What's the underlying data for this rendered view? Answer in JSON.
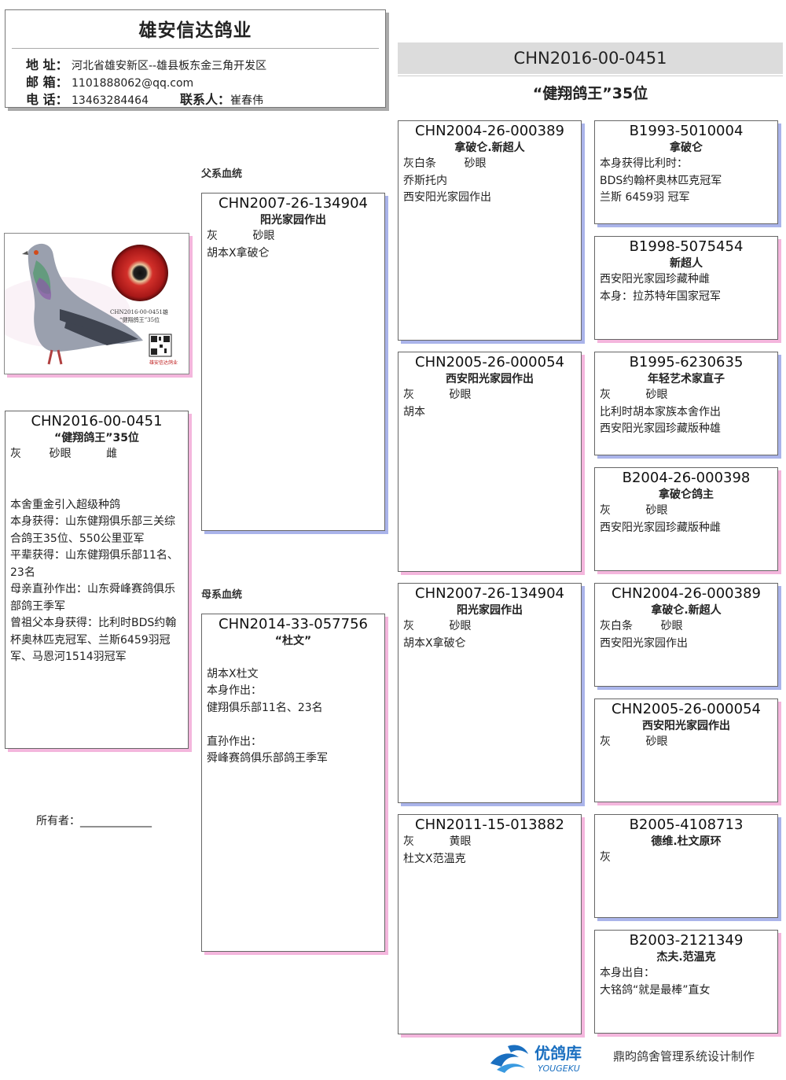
{
  "header": {
    "company": "雄安信达鸽业",
    "address_label": "地 址：",
    "address": "河北省雄安新区--雄县板东金三角开发区",
    "email_label": "邮 箱：",
    "email": "1101888062@qq.com",
    "phone_label": "电 话：",
    "phone": "13463284464",
    "contact_label": "联系人：",
    "contact": "崔春伟"
  },
  "main": {
    "ring": "CHN2016-00-0451",
    "title": "“健翔鸽王”35位"
  },
  "photo": {
    "caption_ring": "CHN2016-00-0451雄",
    "caption_title": "“健翔鸽王”35位",
    "brand": "雄安信达鸽业"
  },
  "subject": {
    "ring": "CHN2016-00-0451",
    "name": "“健翔鸽王”35位",
    "attrs": "灰        砂眼          雌",
    "notes": [
      "本舍重金引入超级种鸽",
      "本身获得：山东健翔俱乐部三关综合鸽王35位、550公里亚军",
      "平辈获得：山东健翔俱乐部11名、23名",
      "母亲直孙作出：山东舜峰赛鸽俱乐部鸽王季军",
      "曾祖父本身获得：比利时BDS约翰杯奥林匹克冠军、兰斯6459羽冠军、马恩河1514羽冠军"
    ]
  },
  "owner": "所有者：_____________",
  "labels": {
    "sire_line": "父系血统",
    "dam_line": "母系血统"
  },
  "sire": {
    "ring": "CHN2007-26-134904",
    "name": "阳光家园作出",
    "lines": [
      "灰          砂眼",
      "胡本X拿破仑"
    ]
  },
  "dam": {
    "ring": "CHN2014-33-057756",
    "name": "“杜文”",
    "lines": [
      "胡本X杜文",
      "本身作出：",
      "健翔俱乐部11名、23名",
      "",
      "直孙作出：",
      "舜峰赛鸽俱乐部鸽王季军"
    ]
  },
  "gen3": [
    {
      "ring": "CHN2004-26-000389",
      "name": "拿破仑.新超人",
      "lines": [
        "灰白条        砂眼",
        "乔斯托内",
        "西安阳光家园作出"
      ]
    },
    {
      "ring": "CHN2005-26-000054",
      "name": "西安阳光家园作出",
      "lines": [
        "灰          砂眼",
        "胡本"
      ]
    },
    {
      "ring": "CHN2007-26-134904",
      "name": "阳光家园作出",
      "lines": [
        "灰          砂眼",
        "胡本X拿破仑"
      ]
    },
    {
      "ring": "CHN2011-15-013882",
      "name": "",
      "lines": [
        "灰          黄眼",
        "杜文X范温克"
      ]
    }
  ],
  "gen4": [
    {
      "ring": "B1993-5010004",
      "name": "拿破仑",
      "lines": [
        "",
        "本身获得比利时：",
        "BDS约翰杯奥林匹克冠军",
        "兰斯 6459羽 冠军"
      ]
    },
    {
      "ring": "B1998-5075454",
      "name": "新超人",
      "lines": [
        "",
        "西安阳光家园珍藏种雌",
        "本身：拉苏特年国家冠军"
      ]
    },
    {
      "ring": "B1995-6230635",
      "name": "年轻艺术家直子",
      "lines": [
        "灰          砂眼",
        "比利时胡本家族本舍作出",
        "",
        "西安阳光家园珍藏版种雄"
      ]
    },
    {
      "ring": "B2004-26-000398",
      "name": "拿破仑鸽主",
      "lines": [
        "灰          砂眼",
        "西安阳光家园珍藏版种雌"
      ]
    },
    {
      "ring": "CHN2004-26-000389",
      "name": "拿破仑.新超人",
      "lines": [
        "灰白条        砂眼",
        "西安阳光家园作出"
      ]
    },
    {
      "ring": "CHN2005-26-000054",
      "name": "西安阳光家园作出",
      "lines": [
        "灰          砂眼"
      ]
    },
    {
      "ring": "B2005-4108713",
      "name": "德维.杜文原环",
      "lines": [
        "灰"
      ]
    },
    {
      "ring": "B2003-2121349",
      "name": "杰夫.范温克",
      "lines": [
        "",
        "本身出自：",
        "大铭鸽“就是最棒”直女"
      ]
    }
  ],
  "footer": {
    "logo_cn": "优鸽库",
    "logo_en": "YOUGEKU",
    "credit": "鼎昀鸽舍管理系统设计制作"
  },
  "colors": {
    "male_shadow": "#aab4ea",
    "female_shadow": "#f4b6dd",
    "title_bar": "#dcdcdc",
    "logo_blue": "#1a6fc0"
  }
}
